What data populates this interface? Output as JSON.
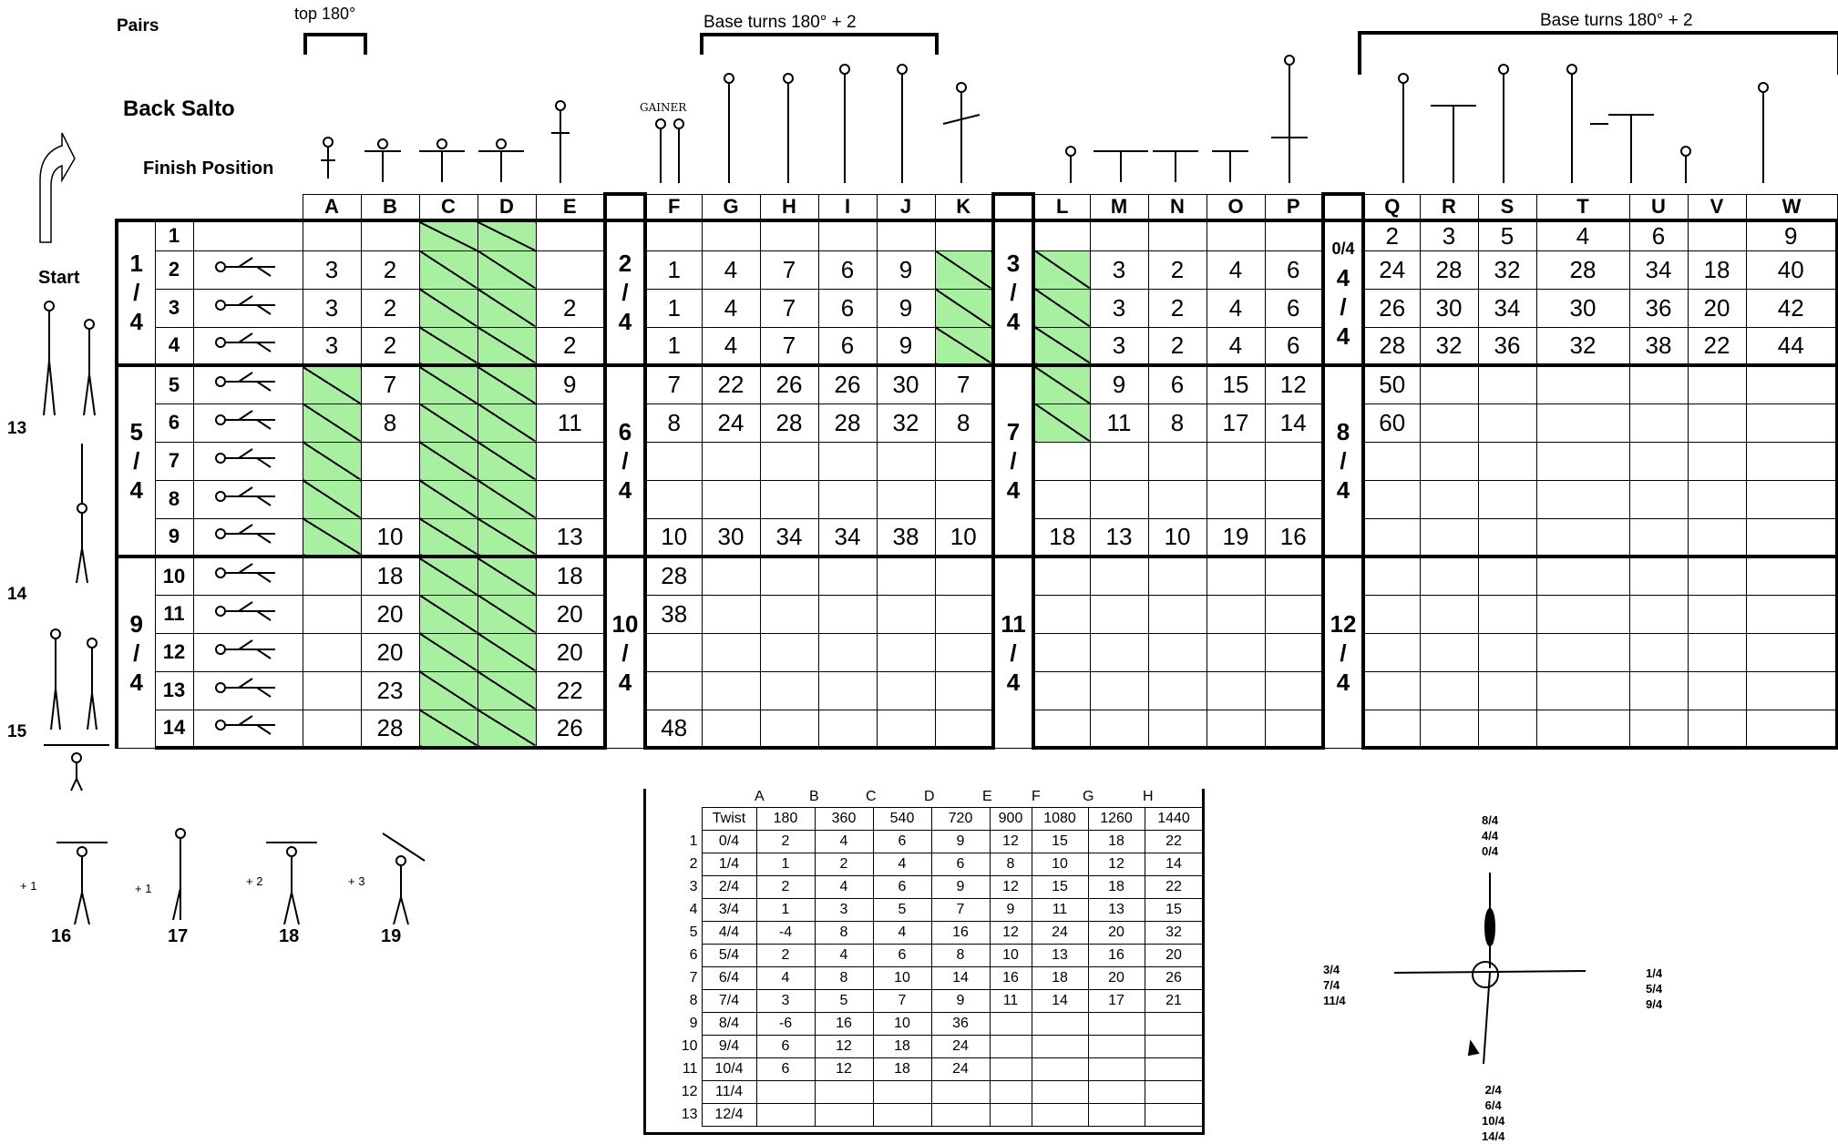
{
  "header": {
    "pairs": "Pairs",
    "back_salto": "Back Salto",
    "finish_position": "Finish Position",
    "start": "Start",
    "top180": "top 180°",
    "base_turns_1": "Base turns  180° + 2",
    "base_turns_2": "Base turns  180° + 2",
    "gainer": "GAINER"
  },
  "side_numbers": [
    "13",
    "14",
    "15"
  ],
  "bottom_figures": [
    {
      "plus": "+ 1",
      "num": "16"
    },
    {
      "plus": "+ 1",
      "num": "17"
    },
    {
      "plus": "+ 2",
      "num": "18"
    },
    {
      "plus": "+ 3",
      "num": "19"
    }
  ],
  "columns": [
    "A",
    "B",
    "C",
    "D",
    "E",
    "F",
    "G",
    "H",
    "I",
    "J",
    "K",
    "L",
    "M",
    "N",
    "O",
    "P",
    "Q",
    "R",
    "S",
    "T",
    "U",
    "V",
    "W"
  ],
  "group_labels": {
    "g1": [
      "1",
      "/",
      "4"
    ],
    "g2": [
      "2",
      "/",
      "4"
    ],
    "g3": [
      "3",
      "/",
      "4"
    ],
    "g4": [
      "0/4",
      "4",
      "/",
      "4"
    ],
    "g5": [
      "5",
      "/",
      "4"
    ],
    "g6": [
      "6",
      "/",
      "4"
    ],
    "g7": [
      "7",
      "/",
      "4"
    ],
    "g8": [
      "8",
      "/",
      "4"
    ],
    "g9": [
      "9",
      "/",
      "4"
    ],
    "g10": [
      "10",
      "/",
      "4"
    ],
    "g11": [
      "11",
      "/",
      "4"
    ],
    "g12": [
      "12",
      "/",
      "4"
    ]
  },
  "rows": [
    {
      "n": "1",
      "A": "",
      "B": "",
      "C": "",
      "D": "",
      "E": "",
      "F": "",
      "G": "",
      "H": "",
      "I": "",
      "J": "",
      "K": "",
      "L": "",
      "M": "",
      "N": "",
      "O": "",
      "P": "",
      "Q": "2",
      "R": "3",
      "S": "5",
      "T": "4",
      "U": "6",
      "V": "",
      "W": "9"
    },
    {
      "n": "2",
      "A": "3",
      "B": "2",
      "C": "",
      "D": "",
      "E": "",
      "F": "1",
      "G": "4",
      "H": "7",
      "I": "6",
      "J": "9",
      "K": "",
      "L": "",
      "M": "3",
      "N": "2",
      "O": "4",
      "P": "6",
      "Q": "24",
      "R": "28",
      "S": "32",
      "T": "28",
      "U": "34",
      "V": "18",
      "W": "40"
    },
    {
      "n": "3",
      "A": "3",
      "B": "2",
      "C": "",
      "D": "",
      "E": "2",
      "F": "1",
      "G": "4",
      "H": "7",
      "I": "6",
      "J": "9",
      "K": "",
      "L": "",
      "M": "3",
      "N": "2",
      "O": "4",
      "P": "6",
      "Q": "26",
      "R": "30",
      "S": "34",
      "T": "30",
      "U": "36",
      "V": "20",
      "W": "42"
    },
    {
      "n": "4",
      "A": "3",
      "B": "2",
      "C": "",
      "D": "",
      "E": "2",
      "F": "1",
      "G": "4",
      "H": "7",
      "I": "6",
      "J": "9",
      "K": "",
      "L": "",
      "M": "3",
      "N": "2",
      "O": "4",
      "P": "6",
      "Q": "28",
      "R": "32",
      "S": "36",
      "T": "32",
      "U": "38",
      "V": "22",
      "W": "44"
    },
    {
      "n": "5",
      "A": "",
      "B": "7",
      "C": "",
      "D": "",
      "E": "9",
      "F": "7",
      "G": "22",
      "H": "26",
      "I": "26",
      "J": "30",
      "K": "7",
      "L": "",
      "M": "9",
      "N": "6",
      "O": "15",
      "P": "12",
      "Q": "50",
      "R": "",
      "S": "",
      "T": "",
      "U": "",
      "V": "",
      "W": ""
    },
    {
      "n": "6",
      "A": "",
      "B": "8",
      "C": "",
      "D": "",
      "E": "11",
      "F": "8",
      "G": "24",
      "H": "28",
      "I": "28",
      "J": "32",
      "K": "8",
      "L": "",
      "M": "11",
      "N": "8",
      "O": "17",
      "P": "14",
      "Q": "60",
      "R": "",
      "S": "",
      "T": "",
      "U": "",
      "V": "",
      "W": ""
    },
    {
      "n": "7",
      "A": "",
      "B": "",
      "C": "",
      "D": "",
      "E": "",
      "F": "",
      "G": "",
      "H": "",
      "I": "",
      "J": "",
      "K": "",
      "L": "",
      "M": "",
      "N": "",
      "O": "",
      "P": "",
      "Q": "",
      "R": "",
      "S": "",
      "T": "",
      "U": "",
      "V": "",
      "W": ""
    },
    {
      "n": "8",
      "A": "",
      "B": "",
      "C": "",
      "D": "",
      "E": "",
      "F": "",
      "G": "",
      "H": "",
      "I": "",
      "J": "",
      "K": "",
      "L": "",
      "M": "",
      "N": "",
      "O": "",
      "P": "",
      "Q": "",
      "R": "",
      "S": "",
      "T": "",
      "U": "",
      "V": "",
      "W": ""
    },
    {
      "n": "9",
      "A": "",
      "B": "10",
      "C": "",
      "D": "",
      "E": "13",
      "F": "10",
      "G": "30",
      "H": "34",
      "I": "34",
      "J": "38",
      "K": "10",
      "L": "18",
      "M": "13",
      "N": "10",
      "O": "19",
      "P": "16",
      "Q": "",
      "R": "",
      "S": "",
      "T": "",
      "U": "",
      "V": "",
      "W": ""
    },
    {
      "n": "10",
      "A": "",
      "B": "18",
      "C": "",
      "D": "",
      "E": "18",
      "F": "28",
      "G": "",
      "H": "",
      "I": "",
      "J": "",
      "K": "",
      "L": "",
      "M": "",
      "N": "",
      "O": "",
      "P": "",
      "Q": "",
      "R": "",
      "S": "",
      "T": "",
      "U": "",
      "V": "",
      "W": ""
    },
    {
      "n": "11",
      "A": "",
      "B": "20",
      "C": "",
      "D": "",
      "E": "20",
      "F": "38",
      "G": "",
      "H": "",
      "I": "",
      "J": "",
      "K": "",
      "L": "",
      "M": "",
      "N": "",
      "O": "",
      "P": "",
      "Q": "",
      "R": "",
      "S": "",
      "T": "",
      "U": "",
      "V": "",
      "W": ""
    },
    {
      "n": "12",
      "A": "",
      "B": "20",
      "C": "",
      "D": "",
      "E": "20",
      "F": "",
      "G": "",
      "H": "",
      "I": "",
      "J": "",
      "K": "",
      "L": "",
      "M": "",
      "N": "",
      "O": "",
      "P": "",
      "Q": "",
      "R": "",
      "S": "",
      "T": "",
      "U": "",
      "V": "",
      "W": ""
    },
    {
      "n": "13",
      "A": "",
      "B": "23",
      "C": "",
      "D": "",
      "E": "22",
      "F": "",
      "G": "",
      "H": "",
      "I": "",
      "J": "",
      "K": "",
      "L": "",
      "M": "",
      "N": "",
      "O": "",
      "P": "",
      "Q": "",
      "R": "",
      "S": "",
      "T": "",
      "U": "",
      "V": "",
      "W": ""
    },
    {
      "n": "14",
      "A": "",
      "B": "28",
      "C": "",
      "D": "",
      "E": "26",
      "F": "48",
      "G": "",
      "H": "",
      "I": "",
      "J": "",
      "K": "",
      "L": "",
      "M": "",
      "N": "",
      "O": "",
      "P": "",
      "Q": "",
      "R": "",
      "S": "",
      "T": "",
      "U": "",
      "V": "",
      "W": ""
    }
  ],
  "twist_table": {
    "letters": [
      "A",
      "B",
      "C",
      "D",
      "E",
      "F",
      "G",
      "H"
    ],
    "headers": [
      "Twist",
      "180",
      "360",
      "540",
      "720",
      "900",
      "1080",
      "1260",
      "1440"
    ],
    "rows": [
      {
        "n": "1",
        "v": [
          "0/4",
          "2",
          "4",
          "6",
          "9",
          "12",
          "15",
          "18",
          "22"
        ]
      },
      {
        "n": "2",
        "v": [
          "1/4",
          "1",
          "2",
          "4",
          "6",
          "8",
          "10",
          "12",
          "14"
        ]
      },
      {
        "n": "3",
        "v": [
          "2/4",
          "2",
          "4",
          "6",
          "9",
          "12",
          "15",
          "18",
          "22"
        ]
      },
      {
        "n": "4",
        "v": [
          "3/4",
          "1",
          "3",
          "5",
          "7",
          "9",
          "11",
          "13",
          "15"
        ]
      },
      {
        "n": "5",
        "v": [
          "4/4",
          "-4",
          "8",
          "4",
          "16",
          "12",
          "24",
          "20",
          "32"
        ]
      },
      {
        "n": "6",
        "v": [
          "5/4",
          "2",
          "4",
          "6",
          "8",
          "10",
          "13",
          "16",
          "20"
        ]
      },
      {
        "n": "7",
        "v": [
          "6/4",
          "4",
          "8",
          "10",
          "14",
          "16",
          "18",
          "20",
          "26"
        ]
      },
      {
        "n": "8",
        "v": [
          "7/4",
          "3",
          "5",
          "7",
          "9",
          "11",
          "14",
          "17",
          "21"
        ]
      },
      {
        "n": "9",
        "v": [
          "8/4",
          "-6",
          "16",
          "10",
          "36",
          "",
          "",
          "",
          ""
        ]
      },
      {
        "n": "10",
        "v": [
          "9/4",
          "6",
          "12",
          "18",
          "24",
          "",
          "",
          "",
          ""
        ]
      },
      {
        "n": "11",
        "v": [
          "10/4",
          "6",
          "12",
          "18",
          "24",
          "",
          "",
          "",
          ""
        ]
      },
      {
        "n": "12",
        "v": [
          "11/4",
          "",
          "",
          "",
          "",
          "",
          "",
          "",
          ""
        ]
      },
      {
        "n": "13",
        "v": [
          "12/4",
          "",
          "",
          "",
          "",
          "",
          "",
          "",
          ""
        ]
      }
    ]
  },
  "rotation_labels": {
    "top": [
      "8/4",
      "4/4",
      "0/4"
    ],
    "left": [
      "3/4",
      "7/4",
      "11/4"
    ],
    "right": [
      "1/4",
      "5/4",
      "9/4"
    ],
    "bottom": [
      "2/4",
      "6/4",
      "10/4",
      "14/4"
    ]
  }
}
